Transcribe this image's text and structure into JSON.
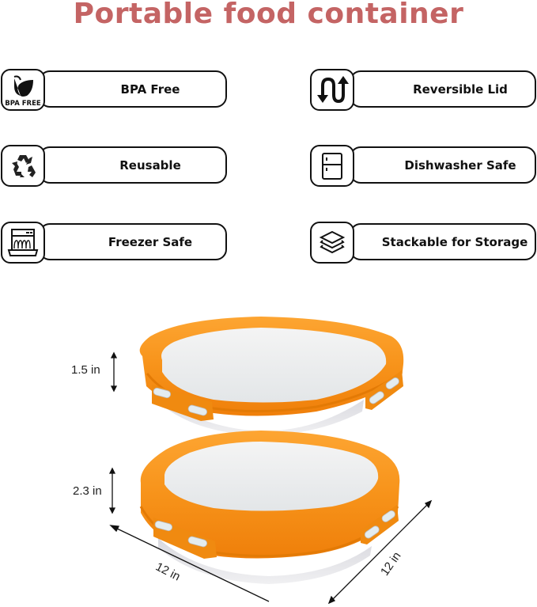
{
  "header": {
    "title": "Portable food container",
    "title_color": "#c46464"
  },
  "features": [
    {
      "label": "BPA Free",
      "icon": "bpa-free-leaf-icon",
      "icon_text": "BPA FREE"
    },
    {
      "label": "Reversible Lid",
      "icon": "reverse-arrows-icon"
    },
    {
      "label": "Reusable",
      "icon": "recycle-icon"
    },
    {
      "label": "Dishwasher Safe",
      "icon": "refrigerator-icon"
    },
    {
      "label": "Freezer Safe",
      "icon": "dishwasher-icon"
    },
    {
      "label": "Stackable for Storage",
      "icon": "stack-layers-icon"
    }
  ],
  "product": {
    "accent_color": "#f7941d",
    "dimensions": {
      "lid_height": "1.5 in",
      "base_height": "2.3 in",
      "width": "12 in",
      "depth": "12 in"
    }
  }
}
